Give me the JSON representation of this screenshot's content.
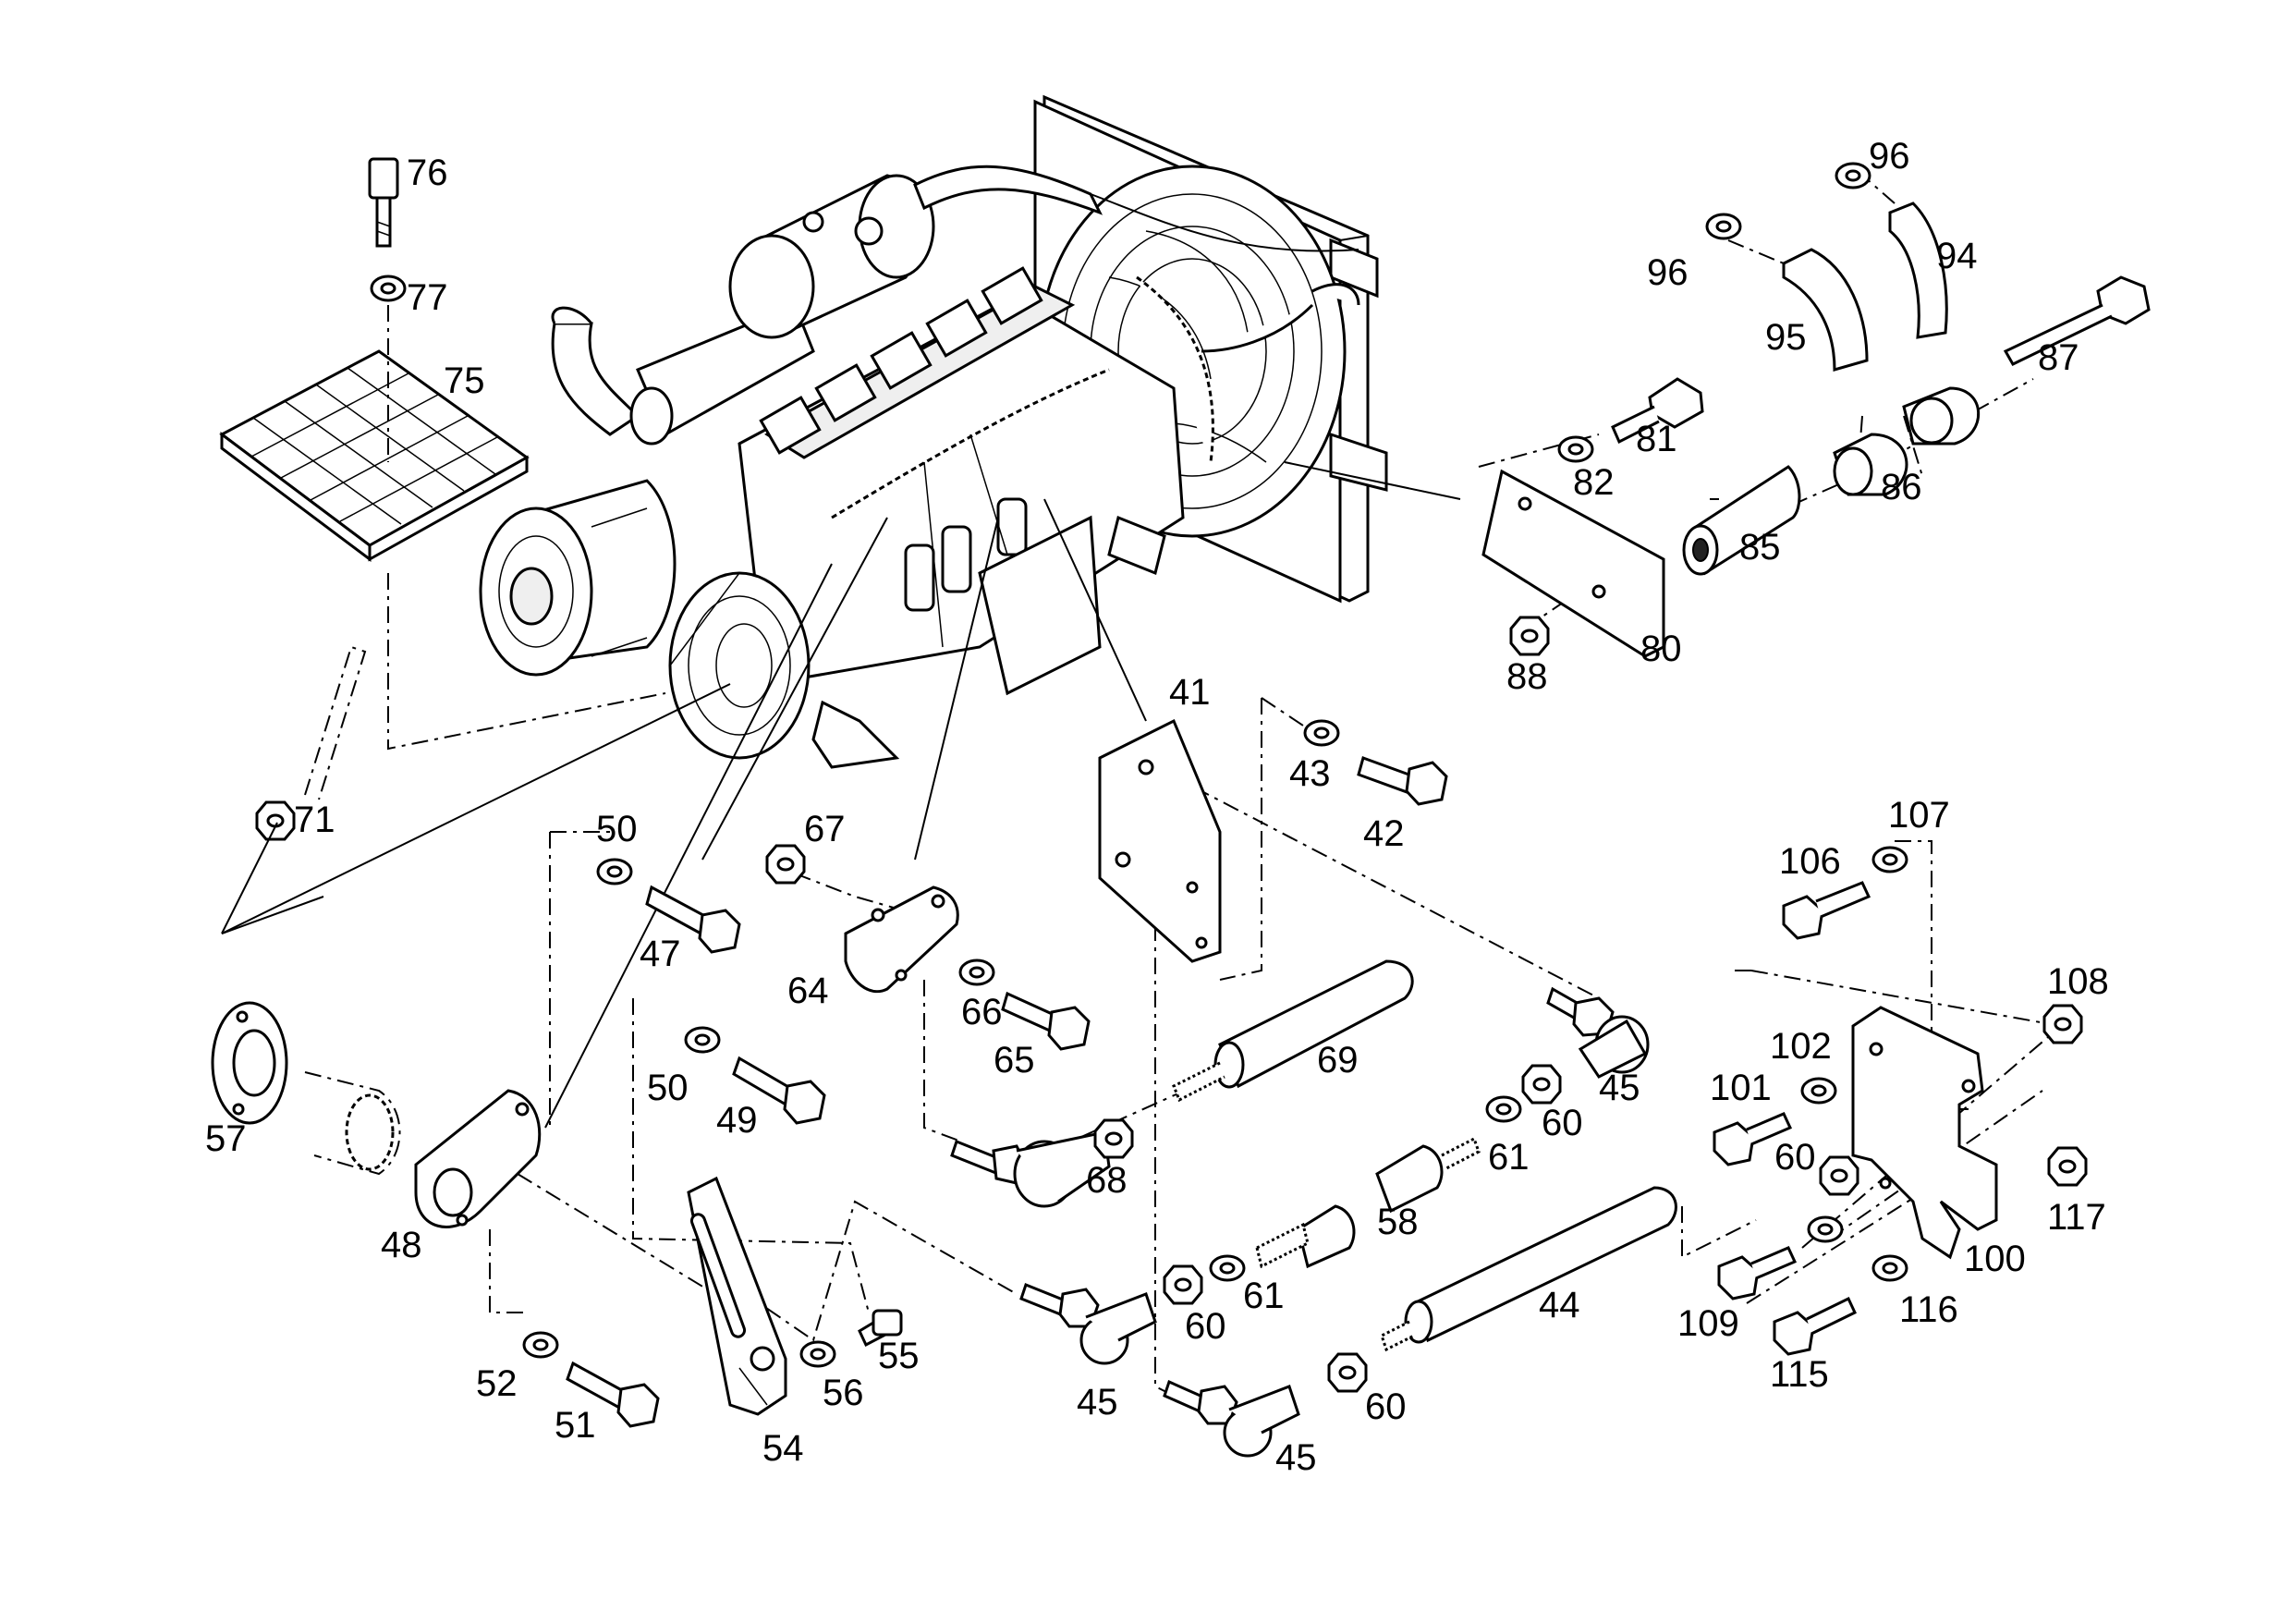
{
  "diagram": {
    "callouts": [
      {
        "id": "c76",
        "text": "76"
      },
      {
        "id": "c77",
        "text": "77"
      },
      {
        "id": "c75",
        "text": "75"
      },
      {
        "id": "c71",
        "text": "71"
      },
      {
        "id": "c96a",
        "text": "96"
      },
      {
        "id": "c96b",
        "text": "96"
      },
      {
        "id": "c94",
        "text": "94"
      },
      {
        "id": "c95",
        "text": "95"
      },
      {
        "id": "c87",
        "text": "87"
      },
      {
        "id": "c81",
        "text": "81"
      },
      {
        "id": "c82",
        "text": "82"
      },
      {
        "id": "c86",
        "text": "86"
      },
      {
        "id": "c85",
        "text": "85"
      },
      {
        "id": "c80",
        "text": "80"
      },
      {
        "id": "c88",
        "text": "88"
      },
      {
        "id": "c41",
        "text": "41"
      },
      {
        "id": "c43",
        "text": "43"
      },
      {
        "id": "c42",
        "text": "42"
      },
      {
        "id": "c50a",
        "text": "50"
      },
      {
        "id": "c47",
        "text": "47"
      },
      {
        "id": "c67",
        "text": "67"
      },
      {
        "id": "c64",
        "text": "64"
      },
      {
        "id": "c66",
        "text": "66"
      },
      {
        "id": "c65",
        "text": "65"
      },
      {
        "id": "c69",
        "text": "69"
      },
      {
        "id": "c45a",
        "text": "45"
      },
      {
        "id": "c60a",
        "text": "60"
      },
      {
        "id": "c61a",
        "text": "61"
      },
      {
        "id": "c68",
        "text": "68"
      },
      {
        "id": "c50b",
        "text": "50"
      },
      {
        "id": "c49",
        "text": "49"
      },
      {
        "id": "c57",
        "text": "57"
      },
      {
        "id": "c48",
        "text": "48"
      },
      {
        "id": "c58",
        "text": "58"
      },
      {
        "id": "c61b",
        "text": "61"
      },
      {
        "id": "c60b",
        "text": "60"
      },
      {
        "id": "c45b",
        "text": "45"
      },
      {
        "id": "c44",
        "text": "44"
      },
      {
        "id": "c60c",
        "text": "60"
      },
      {
        "id": "c45c",
        "text": "45"
      },
      {
        "id": "c52",
        "text": "52"
      },
      {
        "id": "c51",
        "text": "51"
      },
      {
        "id": "c54",
        "text": "54"
      },
      {
        "id": "c56",
        "text": "56"
      },
      {
        "id": "c55",
        "text": "55"
      },
      {
        "id": "c106",
        "text": "106"
      },
      {
        "id": "c107",
        "text": "107"
      },
      {
        "id": "c108",
        "text": "108"
      },
      {
        "id": "c102",
        "text": "102"
      },
      {
        "id": "c101",
        "text": "101"
      },
      {
        "id": "c60d",
        "text": "60"
      },
      {
        "id": "c117",
        "text": "117"
      },
      {
        "id": "c100",
        "text": "100"
      },
      {
        "id": "c109",
        "text": "109"
      },
      {
        "id": "c116",
        "text": "116"
      },
      {
        "id": "c115",
        "text": "115"
      }
    ]
  }
}
